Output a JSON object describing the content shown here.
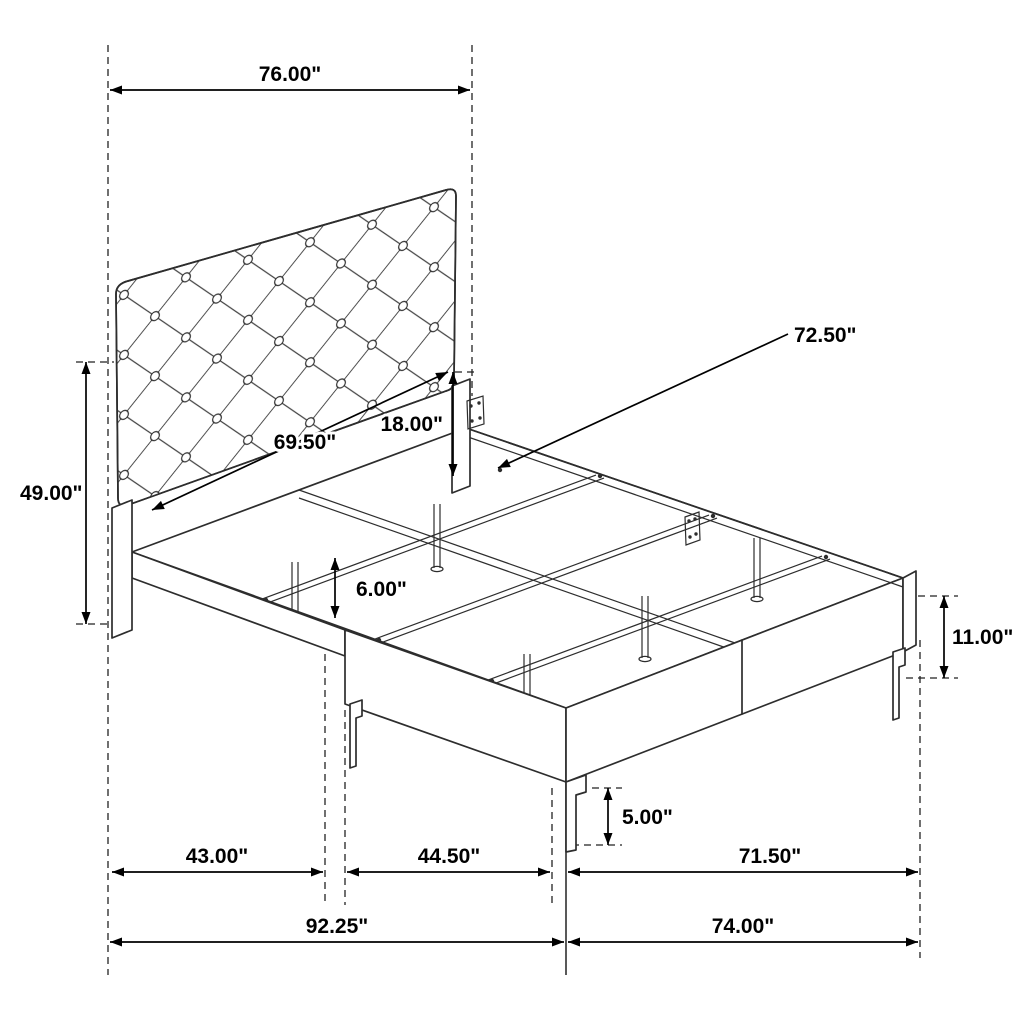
{
  "diagram": {
    "type": "bed-frame-dimension-drawing",
    "line_color": "#2d2d2d",
    "dims": {
      "headboard_width": "76.00\"",
      "side_rail_length": "72.50\"",
      "headboard_panel_height": "18.00\"",
      "headboard_span": "69.50\"",
      "headboard_height": "49.00\"",
      "rail_height": "6.00\"",
      "footboard_height": "11.00\"",
      "section_a_length": "43.00\"",
      "section_b_length": "44.50\"",
      "foot_section_width": "71.50\"",
      "leg_height": "5.00\"",
      "overall_length": "92.25\"",
      "overall_width": "74.00\""
    }
  }
}
